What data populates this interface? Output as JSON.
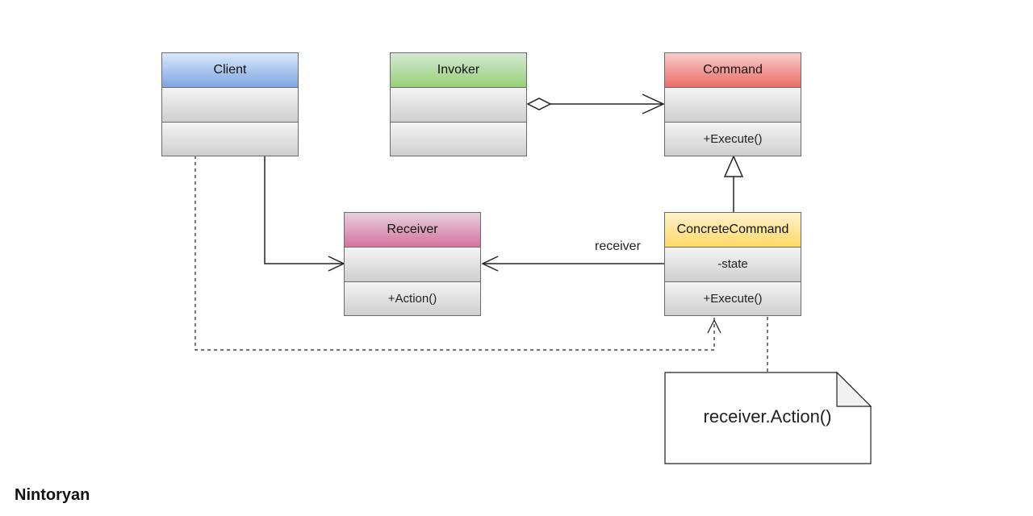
{
  "classes": {
    "client": {
      "name": "Client",
      "attributes": "",
      "methods": "",
      "header_color": "#7ea6e0"
    },
    "invoker": {
      "name": "Invoker",
      "attributes": "",
      "methods": "",
      "header_color": "#97d077"
    },
    "command": {
      "name": "Command",
      "attributes": "",
      "methods": "+Execute()",
      "header_color": "#ea6b66"
    },
    "receiver": {
      "name": "Receiver",
      "attributes": "",
      "methods": "+Action()",
      "header_color": "#d5739d"
    },
    "concrete_command": {
      "name": "ConcreteCommand",
      "attributes": "-state",
      "methods": "+Execute()",
      "header_color": "#ffd966"
    }
  },
  "relations": {
    "receiver_label": "receiver"
  },
  "note": {
    "text": "receiver.Action()"
  },
  "watermark": "Nintoryan"
}
